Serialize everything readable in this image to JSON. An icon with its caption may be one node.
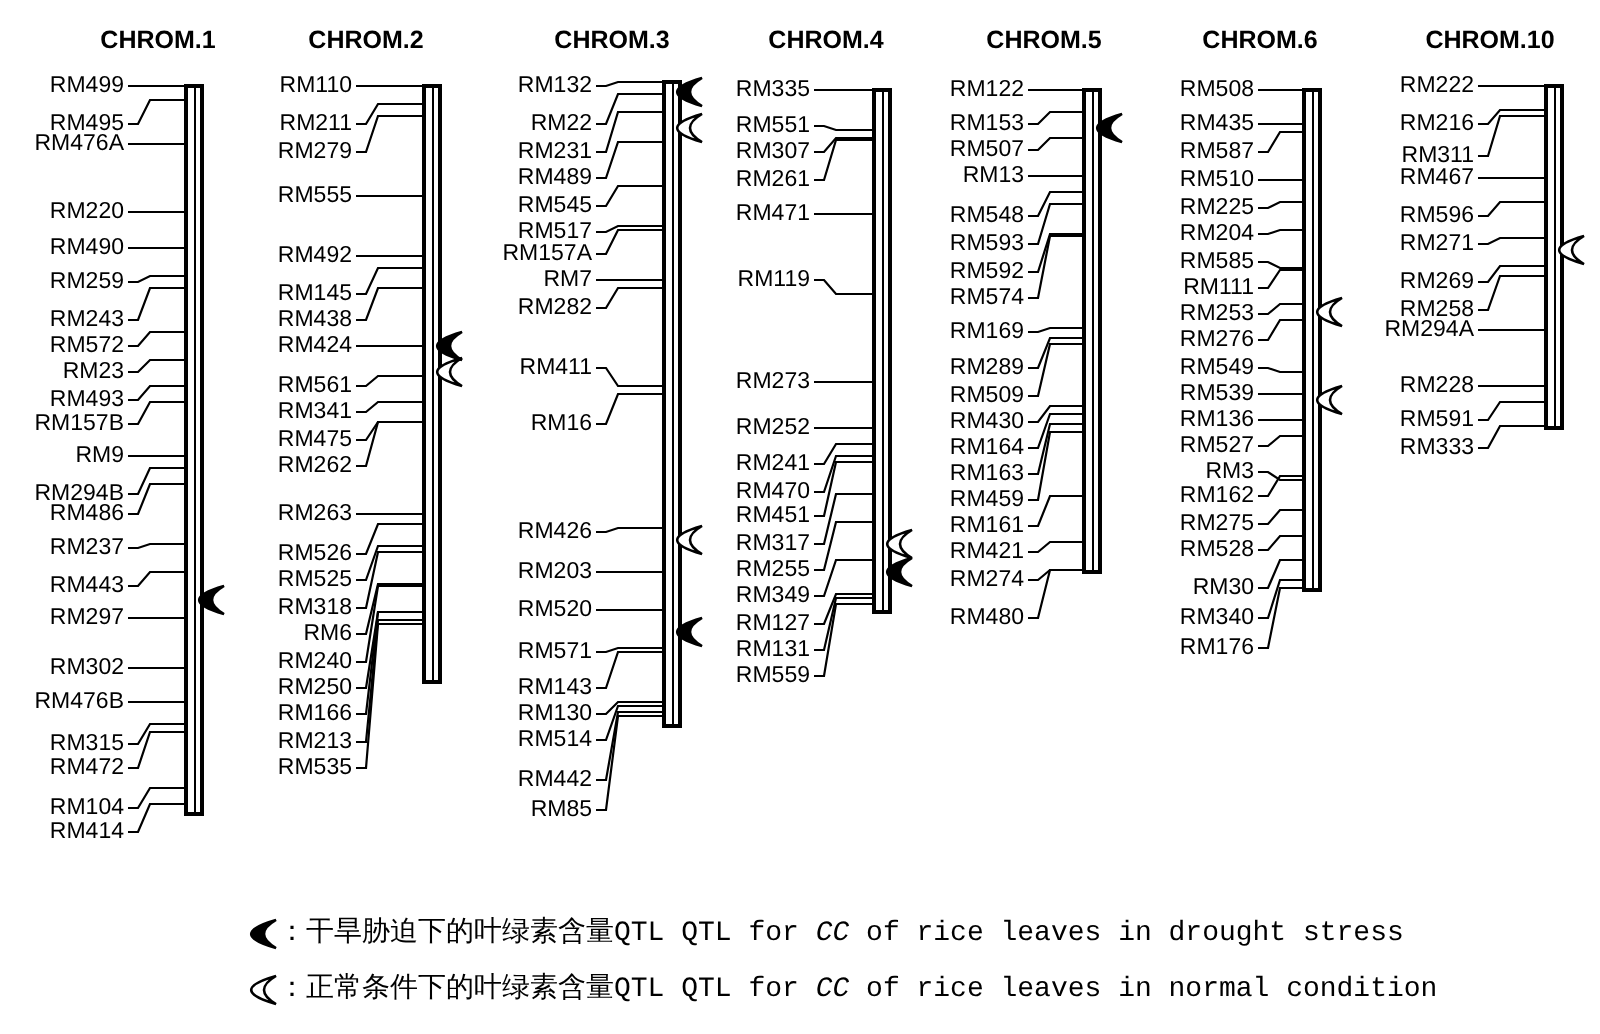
{
  "diagram": {
    "nodes": [
      {
        "text": [
          "CHROM.1"
        ]
      },
      {
        "text": [
          "RM499"
        ]
      },
      {
        "text": [
          "RM495"
        ]
      },
      {
        "text": [
          "RM476A"
        ]
      },
      {
        "text": [
          "RM220"
        ]
      },
      {
        "text": [
          "RM490"
        ]
      },
      {
        "text": [
          "RM259"
        ]
      },
      {
        "text": [
          "RM243"
        ]
      },
      {
        "text": [
          "RM572"
        ]
      },
      {
        "text": [
          "RM23"
        ]
      },
      {
        "text": [
          "RM493"
        ]
      },
      {
        "text": [
          "RM157B"
        ]
      },
      {
        "text": [
          "RM9"
        ]
      },
      {
        "text": [
          "RM294B"
        ]
      },
      {
        "text": [
          "RM486"
        ]
      },
      {
        "text": [
          "RM237"
        ]
      },
      {
        "text": [
          "RM443"
        ]
      },
      {
        "text": [
          "RM297"
        ]
      },
      {
        "text": [
          "RM302"
        ]
      },
      {
        "text": [
          "RM476B"
        ]
      },
      {
        "text": [
          "RM315"
        ]
      },
      {
        "text": [
          "RM472"
        ]
      },
      {
        "text": [
          "RM104"
        ]
      },
      {
        "text": [
          "RM414"
        ]
      },
      {
        "text": [
          "CHROM.2"
        ]
      },
      {
        "text": [
          "RM110"
        ]
      },
      {
        "text": [
          "RM211"
        ]
      },
      {
        "text": [
          "RM279"
        ]
      },
      {
        "text": [
          "RM555"
        ]
      },
      {
        "text": [
          "RM492"
        ]
      },
      {
        "text": [
          "RM145"
        ]
      },
      {
        "text": [
          "RM438"
        ]
      },
      {
        "text": [
          "RM424"
        ]
      },
      {
        "text": [
          "RM561"
        ]
      },
      {
        "text": [
          "RM341"
        ]
      },
      {
        "text": [
          "RM475"
        ]
      },
      {
        "text": [
          "RM262"
        ]
      },
      {
        "text": [
          "RM263"
        ]
      },
      {
        "text": [
          "RM526"
        ]
      },
      {
        "text": [
          "RM525"
        ]
      },
      {
        "text": [
          "RM318"
        ]
      },
      {
        "text": [
          "RM6"
        ]
      },
      {
        "text": [
          "RM240"
        ]
      },
      {
        "text": [
          "RM250"
        ]
      },
      {
        "text": [
          "RM166"
        ]
      },
      {
        "text": [
          "RM213"
        ]
      },
      {
        "text": [
          "RM535"
        ]
      },
      {
        "text": [
          "CHROM.3"
        ]
      },
      {
        "text": [
          "RM132"
        ]
      },
      {
        "text": [
          "RM22"
        ]
      },
      {
        "text": [
          "RM231"
        ]
      },
      {
        "text": [
          "RM489"
        ]
      },
      {
        "text": [
          "RM545"
        ]
      },
      {
        "text": [
          "RM517"
        ]
      },
      {
        "text": [
          "RM157A"
        ]
      },
      {
        "text": [
          "RM7"
        ]
      },
      {
        "text": [
          "RM282"
        ]
      },
      {
        "text": [
          "RM411"
        ]
      },
      {
        "text": [
          "RM16"
        ]
      },
      {
        "text": [
          "RM426"
        ]
      },
      {
        "text": [
          "RM203"
        ]
      },
      {
        "text": [
          "RM520"
        ]
      },
      {
        "text": [
          "RM571"
        ]
      },
      {
        "text": [
          "RM143"
        ]
      },
      {
        "text": [
          "RM130"
        ]
      },
      {
        "text": [
          "RM514"
        ]
      },
      {
        "text": [
          "RM442"
        ]
      },
      {
        "text": [
          "RM85"
        ]
      },
      {
        "text": [
          "CHROM.4"
        ]
      },
      {
        "text": [
          "RM335"
        ]
      },
      {
        "text": [
          "RM551"
        ]
      },
      {
        "text": [
          "RM307"
        ]
      },
      {
        "text": [
          "RM261"
        ]
      },
      {
        "text": [
          "RM471"
        ]
      },
      {
        "text": [
          "RM119"
        ]
      },
      {
        "text": [
          "RM273"
        ]
      },
      {
        "text": [
          "RM252"
        ]
      },
      {
        "text": [
          "RM241"
        ]
      },
      {
        "text": [
          "RM470"
        ]
      },
      {
        "text": [
          "RM451"
        ]
      },
      {
        "text": [
          "RM317"
        ]
      },
      {
        "text": [
          "RM255"
        ]
      },
      {
        "text": [
          "RM349"
        ]
      },
      {
        "text": [
          "RM127"
        ]
      },
      {
        "text": [
          "RM131"
        ]
      },
      {
        "text": [
          "RM559"
        ]
      },
      {
        "text": [
          "CHROM.5"
        ]
      },
      {
        "text": [
          "RM122"
        ]
      },
      {
        "text": [
          "RM153"
        ]
      },
      {
        "text": [
          "RM507"
        ]
      },
      {
        "text": [
          "RM13"
        ]
      },
      {
        "text": [
          "RM548"
        ]
      },
      {
        "text": [
          "RM593"
        ]
      },
      {
        "text": [
          "RM592"
        ]
      },
      {
        "text": [
          "RM574"
        ]
      },
      {
        "text": [
          "RM169"
        ]
      },
      {
        "text": [
          "RM289"
        ]
      },
      {
        "text": [
          "RM509"
        ]
      },
      {
        "text": [
          "RM430"
        ]
      },
      {
        "text": [
          "RM164"
        ]
      },
      {
        "text": [
          "RM163"
        ]
      },
      {
        "text": [
          "RM459"
        ]
      },
      {
        "text": [
          "RM161"
        ]
      },
      {
        "text": [
          "RM421"
        ]
      },
      {
        "text": [
          "RM274"
        ]
      },
      {
        "text": [
          "RM480"
        ]
      },
      {
        "text": [
          "CHROM.6"
        ]
      },
      {
        "text": [
          "RM508"
        ]
      },
      {
        "text": [
          "RM435"
        ]
      },
      {
        "text": [
          "RM587"
        ]
      },
      {
        "text": [
          "RM510"
        ]
      },
      {
        "text": [
          "RM225"
        ]
      },
      {
        "text": [
          "RM204"
        ]
      },
      {
        "text": [
          "RM585"
        ]
      },
      {
        "text": [
          "RM111"
        ]
      },
      {
        "text": [
          "RM253"
        ]
      },
      {
        "text": [
          "RM276"
        ]
      },
      {
        "text": [
          "RM549"
        ]
      },
      {
        "text": [
          "RM539"
        ]
      },
      {
        "text": [
          "RM136"
        ]
      },
      {
        "text": [
          "RM527"
        ]
      },
      {
        "text": [
          "RM3"
        ]
      },
      {
        "text": [
          "RM162"
        ]
      },
      {
        "text": [
          "RM275"
        ]
      },
      {
        "text": [
          "RM528"
        ]
      },
      {
        "text": [
          "RM30"
        ]
      },
      {
        "text": [
          "RM340"
        ]
      },
      {
        "text": [
          "RM176"
        ]
      },
      {
        "text": [
          "CHROM.10"
        ]
      },
      {
        "text": [
          "RM222"
        ]
      },
      {
        "text": [
          "RM216"
        ]
      },
      {
        "text": [
          "RM311"
        ]
      },
      {
        "text": [
          "RM467"
        ]
      },
      {
        "text": [
          "RM596"
        ]
      },
      {
        "text": [
          "RM271"
        ]
      },
      {
        "text": [
          "RM269"
        ]
      },
      {
        "text": [
          "RM258"
        ]
      },
      {
        "text": [
          "RM294A"
        ]
      },
      {
        "text": [
          "RM228"
        ]
      },
      {
        "text": [
          "RM591"
        ]
      },
      {
        "text": [
          "RM333"
        ]
      }
    ],
    "edges": [
      {
        "from": 1,
        "to": 0,
        "arrow": "none"
      },
      {
        "from": 2,
        "to": 0,
        "arrow": "none"
      },
      {
        "from": 3,
        "to": 0,
        "arrow": "none"
      },
      {
        "from": 4,
        "to": 0,
        "arrow": "none"
      },
      {
        "from": 5,
        "to": 0,
        "arrow": "none"
      },
      {
        "from": 6,
        "to": 0,
        "arrow": "none"
      },
      {
        "from": 7,
        "to": 0,
        "arrow": "none"
      },
      {
        "from": 8,
        "to": 0,
        "arrow": "none"
      },
      {
        "from": 9,
        "to": 0,
        "arrow": "none"
      },
      {
        "from": 10,
        "to": 0,
        "arrow": "none"
      },
      {
        "from": 11,
        "to": 0,
        "arrow": "none"
      },
      {
        "from": 12,
        "to": 0,
        "arrow": "none"
      },
      {
        "from": 13,
        "to": 0,
        "arrow": "none"
      },
      {
        "from": 14,
        "to": 0,
        "arrow": "none"
      },
      {
        "from": 15,
        "to": 0,
        "arrow": "none"
      },
      {
        "from": 16,
        "to": 0,
        "arrow": "none"
      },
      {
        "from": 17,
        "to": 0,
        "arrow": "none"
      },
      {
        "from": 18,
        "to": 0,
        "arrow": "none"
      },
      {
        "from": 19,
        "to": 0,
        "arrow": "none"
      },
      {
        "from": 20,
        "to": 0,
        "arrow": "none"
      },
      {
        "from": 21,
        "to": 0,
        "arrow": "none"
      },
      {
        "from": 22,
        "to": 0,
        "arrow": "none"
      },
      {
        "from": 23,
        "to": 0,
        "arrow": "none"
      },
      {
        "from": 25,
        "to": 24,
        "arrow": "none"
      },
      {
        "from": 26,
        "to": 24,
        "arrow": "none"
      },
      {
        "from": 27,
        "to": 24,
        "arrow": "none"
      },
      {
        "from": 28,
        "to": 24,
        "arrow": "none"
      },
      {
        "from": 29,
        "to": 24,
        "arrow": "none"
      },
      {
        "from": 30,
        "to": 24,
        "arrow": "none"
      },
      {
        "from": 31,
        "to": 24,
        "arrow": "none"
      },
      {
        "from": 32,
        "to": 24,
        "arrow": "none"
      },
      {
        "from": 33,
        "to": 24,
        "arrow": "none"
      },
      {
        "from": 34,
        "to": 24,
        "arrow": "none"
      },
      {
        "from": 35,
        "to": 24,
        "arrow": "none"
      },
      {
        "from": 36,
        "to": 24,
        "arrow": "none"
      },
      {
        "from": 37,
        "to": 24,
        "arrow": "none"
      },
      {
        "from": 38,
        "to": 24,
        "arrow": "none"
      },
      {
        "from": 39,
        "to": 24,
        "arrow": "none"
      },
      {
        "from": 40,
        "to": 24,
        "arrow": "none"
      },
      {
        "from": 41,
        "to": 24,
        "arrow": "none"
      },
      {
        "from": 42,
        "to": 24,
        "arrow": "none"
      },
      {
        "from": 43,
        "to": 24,
        "arrow": "none"
      },
      {
        "from": 44,
        "to": 24,
        "arrow": "none"
      },
      {
        "from": 45,
        "to": 24,
        "arrow": "none"
      },
      {
        "from": 46,
        "to": 24,
        "arrow": "none"
      },
      {
        "from": 48,
        "to": 47,
        "arrow": "none"
      },
      {
        "from": 49,
        "to": 47,
        "arrow": "none"
      },
      {
        "from": 50,
        "to": 47,
        "arrow": "none"
      },
      {
        "from": 51,
        "to": 47,
        "arrow": "none"
      },
      {
        "from": 52,
        "to": 47,
        "arrow": "none"
      },
      {
        "from": 53,
        "to": 47,
        "arrow": "none"
      },
      {
        "from": 54,
        "to": 47,
        "arrow": "none"
      },
      {
        "from": 55,
        "to": 47,
        "arrow": "none"
      },
      {
        "from": 56,
        "to": 47,
        "arrow": "none"
      },
      {
        "from": 57,
        "to": 47,
        "arrow": "none"
      },
      {
        "from": 58,
        "to": 47,
        "arrow": "none"
      },
      {
        "from": 59,
        "to": 47,
        "arrow": "none"
      },
      {
        "from": 60,
        "to": 47,
        "arrow": "none"
      },
      {
        "from": 61,
        "to": 47,
        "arrow": "none"
      },
      {
        "from": 62,
        "to": 47,
        "arrow": "none"
      },
      {
        "from": 63,
        "to": 47,
        "arrow": "none"
      },
      {
        "from": 64,
        "to": 47,
        "arrow": "none"
      },
      {
        "from": 65,
        "to": 47,
        "arrow": "none"
      },
      {
        "from": 66,
        "to": 47,
        "arrow": "none"
      },
      {
        "from": 67,
        "to": 47,
        "arrow": "none"
      },
      {
        "from": 69,
        "to": 68,
        "arrow": "none"
      },
      {
        "from": 70,
        "to": 68,
        "arrow": "none"
      },
      {
        "from": 71,
        "to": 68,
        "arrow": "none"
      },
      {
        "from": 72,
        "to": 68,
        "arrow": "none"
      },
      {
        "from": 73,
        "to": 68,
        "arrow": "none"
      },
      {
        "from": 74,
        "to": 68,
        "arrow": "none"
      },
      {
        "from": 75,
        "to": 68,
        "arrow": "none"
      },
      {
        "from": 76,
        "to": 68,
        "arrow": "none"
      },
      {
        "from": 77,
        "to": 68,
        "arrow": "none"
      },
      {
        "from": 78,
        "to": 68,
        "arrow": "none"
      },
      {
        "from": 79,
        "to": 68,
        "arrow": "none"
      },
      {
        "from": 80,
        "to": 68,
        "arrow": "none"
      },
      {
        "from": 81,
        "to": 68,
        "arrow": "none"
      },
      {
        "from": 82,
        "to": 68,
        "arrow": "none"
      },
      {
        "from": 83,
        "to": 68,
        "arrow": "none"
      },
      {
        "from": 84,
        "to": 68,
        "arrow": "none"
      },
      {
        "from": 85,
        "to": 68,
        "arrow": "none"
      },
      {
        "from": 87,
        "to": 86,
        "arrow": "none"
      },
      {
        "from": 88,
        "to": 86,
        "arrow": "none"
      },
      {
        "from": 89,
        "to": 86,
        "arrow": "none"
      },
      {
        "from": 90,
        "to": 86,
        "arrow": "none"
      },
      {
        "from": 91,
        "to": 86,
        "arrow": "none"
      },
      {
        "from": 92,
        "to": 86,
        "arrow": "none"
      },
      {
        "from": 93,
        "to": 86,
        "arrow": "none"
      },
      {
        "from": 94,
        "to": 86,
        "arrow": "none"
      },
      {
        "from": 95,
        "to": 86,
        "arrow": "none"
      },
      {
        "from": 96,
        "to": 86,
        "arrow": "none"
      },
      {
        "from": 97,
        "to": 86,
        "arrow": "none"
      },
      {
        "from": 98,
        "to": 86,
        "arrow": "none"
      },
      {
        "from": 99,
        "to": 86,
        "arrow": "none"
      },
      {
        "from": 100,
        "to": 86,
        "arrow": "none"
      },
      {
        "from": 101,
        "to": 86,
        "arrow": "none"
      },
      {
        "from": 102,
        "to": 86,
        "arrow": "none"
      },
      {
        "from": 103,
        "to": 86,
        "arrow": "none"
      },
      {
        "from": 104,
        "to": 86,
        "arrow": "none"
      },
      {
        "from": 105,
        "to": 86,
        "arrow": "none"
      },
      {
        "from": 107,
        "to": 106,
        "arrow": "none"
      },
      {
        "from": 108,
        "to": 106,
        "arrow": "none"
      },
      {
        "from": 109,
        "to": 106,
        "arrow": "none"
      },
      {
        "from": 110,
        "to": 106,
        "arrow": "none"
      },
      {
        "from": 111,
        "to": 106,
        "arrow": "none"
      },
      {
        "from": 112,
        "to": 106,
        "arrow": "none"
      },
      {
        "from": 113,
        "to": 106,
        "arrow": "none"
      },
      {
        "from": 114,
        "to": 106,
        "arrow": "none"
      },
      {
        "from": 115,
        "to": 106,
        "arrow": "none"
      },
      {
        "from": 116,
        "to": 106,
        "arrow": "none"
      },
      {
        "from": 117,
        "to": 106,
        "arrow": "none"
      },
      {
        "from": 118,
        "to": 106,
        "arrow": "none"
      },
      {
        "from": 119,
        "to": 106,
        "arrow": "none"
      },
      {
        "from": 120,
        "to": 106,
        "arrow": "none"
      },
      {
        "from": 121,
        "to": 106,
        "arrow": "none"
      },
      {
        "from": 122,
        "to": 106,
        "arrow": "none"
      },
      {
        "from": 123,
        "to": 106,
        "arrow": "none"
      },
      {
        "from": 124,
        "to": 106,
        "arrow": "none"
      },
      {
        "from": 125,
        "to": 106,
        "arrow": "none"
      },
      {
        "from": 126,
        "to": 106,
        "arrow": "none"
      },
      {
        "from": 127,
        "to": 106,
        "arrow": "none"
      },
      {
        "from": 129,
        "to": 128,
        "arrow": "none"
      },
      {
        "from": 130,
        "to": 128,
        "arrow": "none"
      },
      {
        "from": 131,
        "to": 128,
        "arrow": "none"
      },
      {
        "from": 132,
        "to": 128,
        "arrow": "none"
      },
      {
        "from": 133,
        "to": 128,
        "arrow": "none"
      },
      {
        "from": 134,
        "to": 128,
        "arrow": "none"
      },
      {
        "from": 135,
        "to": 128,
        "arrow": "none"
      },
      {
        "from": 136,
        "to": 128,
        "arrow": "none"
      },
      {
        "from": 137,
        "to": 128,
        "arrow": "none"
      },
      {
        "from": 138,
        "to": 128,
        "arrow": "none"
      },
      {
        "from": 139,
        "to": 128,
        "arrow": "none"
      },
      {
        "from": 140,
        "to": 128,
        "arrow": "none"
      }
    ],
    "legend": [
      {
        "text": "：干旱胁迫下的叶绿素含量QTL QTL for *CC* of rice leaves in drought stress"
      },
      {
        "text": "：正常条件下的叶绿素含量QTL QTL for *CC* of rice leaves in normal condition"
      }
    ]
  }
}
